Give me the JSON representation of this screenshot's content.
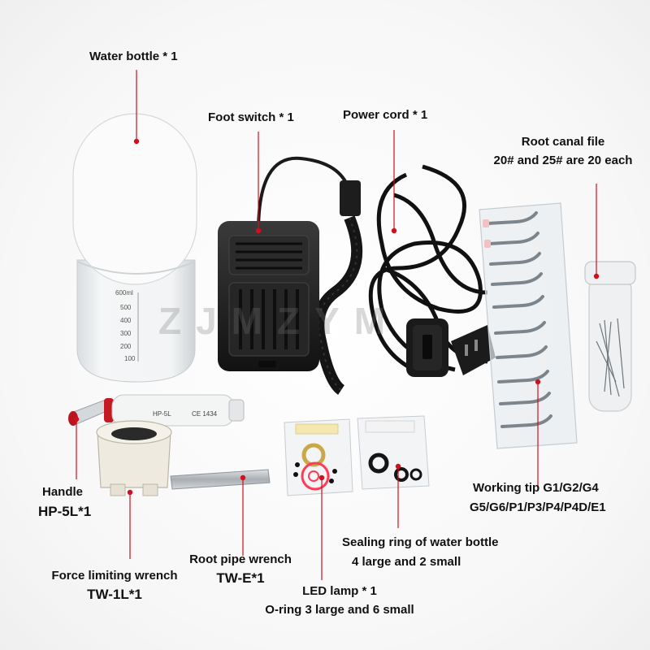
{
  "labels": {
    "water_bottle": "Water bottle * 1",
    "foot_switch": "Foot switch * 1",
    "power_cord": "Power cord * 1",
    "root_canal_line1": "Root canal file",
    "root_canal_line2": "20# and 25# are 20 each",
    "working_tip_line1": "Working tip G1/G2/G4",
    "working_tip_line2": "G5/G6/P1/P3/P4/P4D/E1",
    "handle_line1": "Handle",
    "handle_line2": "HP-5L*1",
    "sealing_line1": "Sealing ring of water bottle",
    "sealing_line2": "4 large and 2 small",
    "root_pipe_line1": "Root pipe wrench",
    "root_pipe_line2": "TW-E*1",
    "force_line1": "Force limiting wrench",
    "force_line2": "TW-1L*1",
    "led_line1": "LED lamp * 1",
    "led_line2": "O-ring 3 large and 6 small"
  },
  "bottle_scale": [
    "600ml",
    "500",
    "400",
    "300",
    "200",
    "100"
  ],
  "handpiece_marks": [
    "HP-5L",
    "CE 1434"
  ],
  "watermark": "ZJMZYM",
  "colors": {
    "pointer": "#d0101c",
    "text": "#111111"
  }
}
